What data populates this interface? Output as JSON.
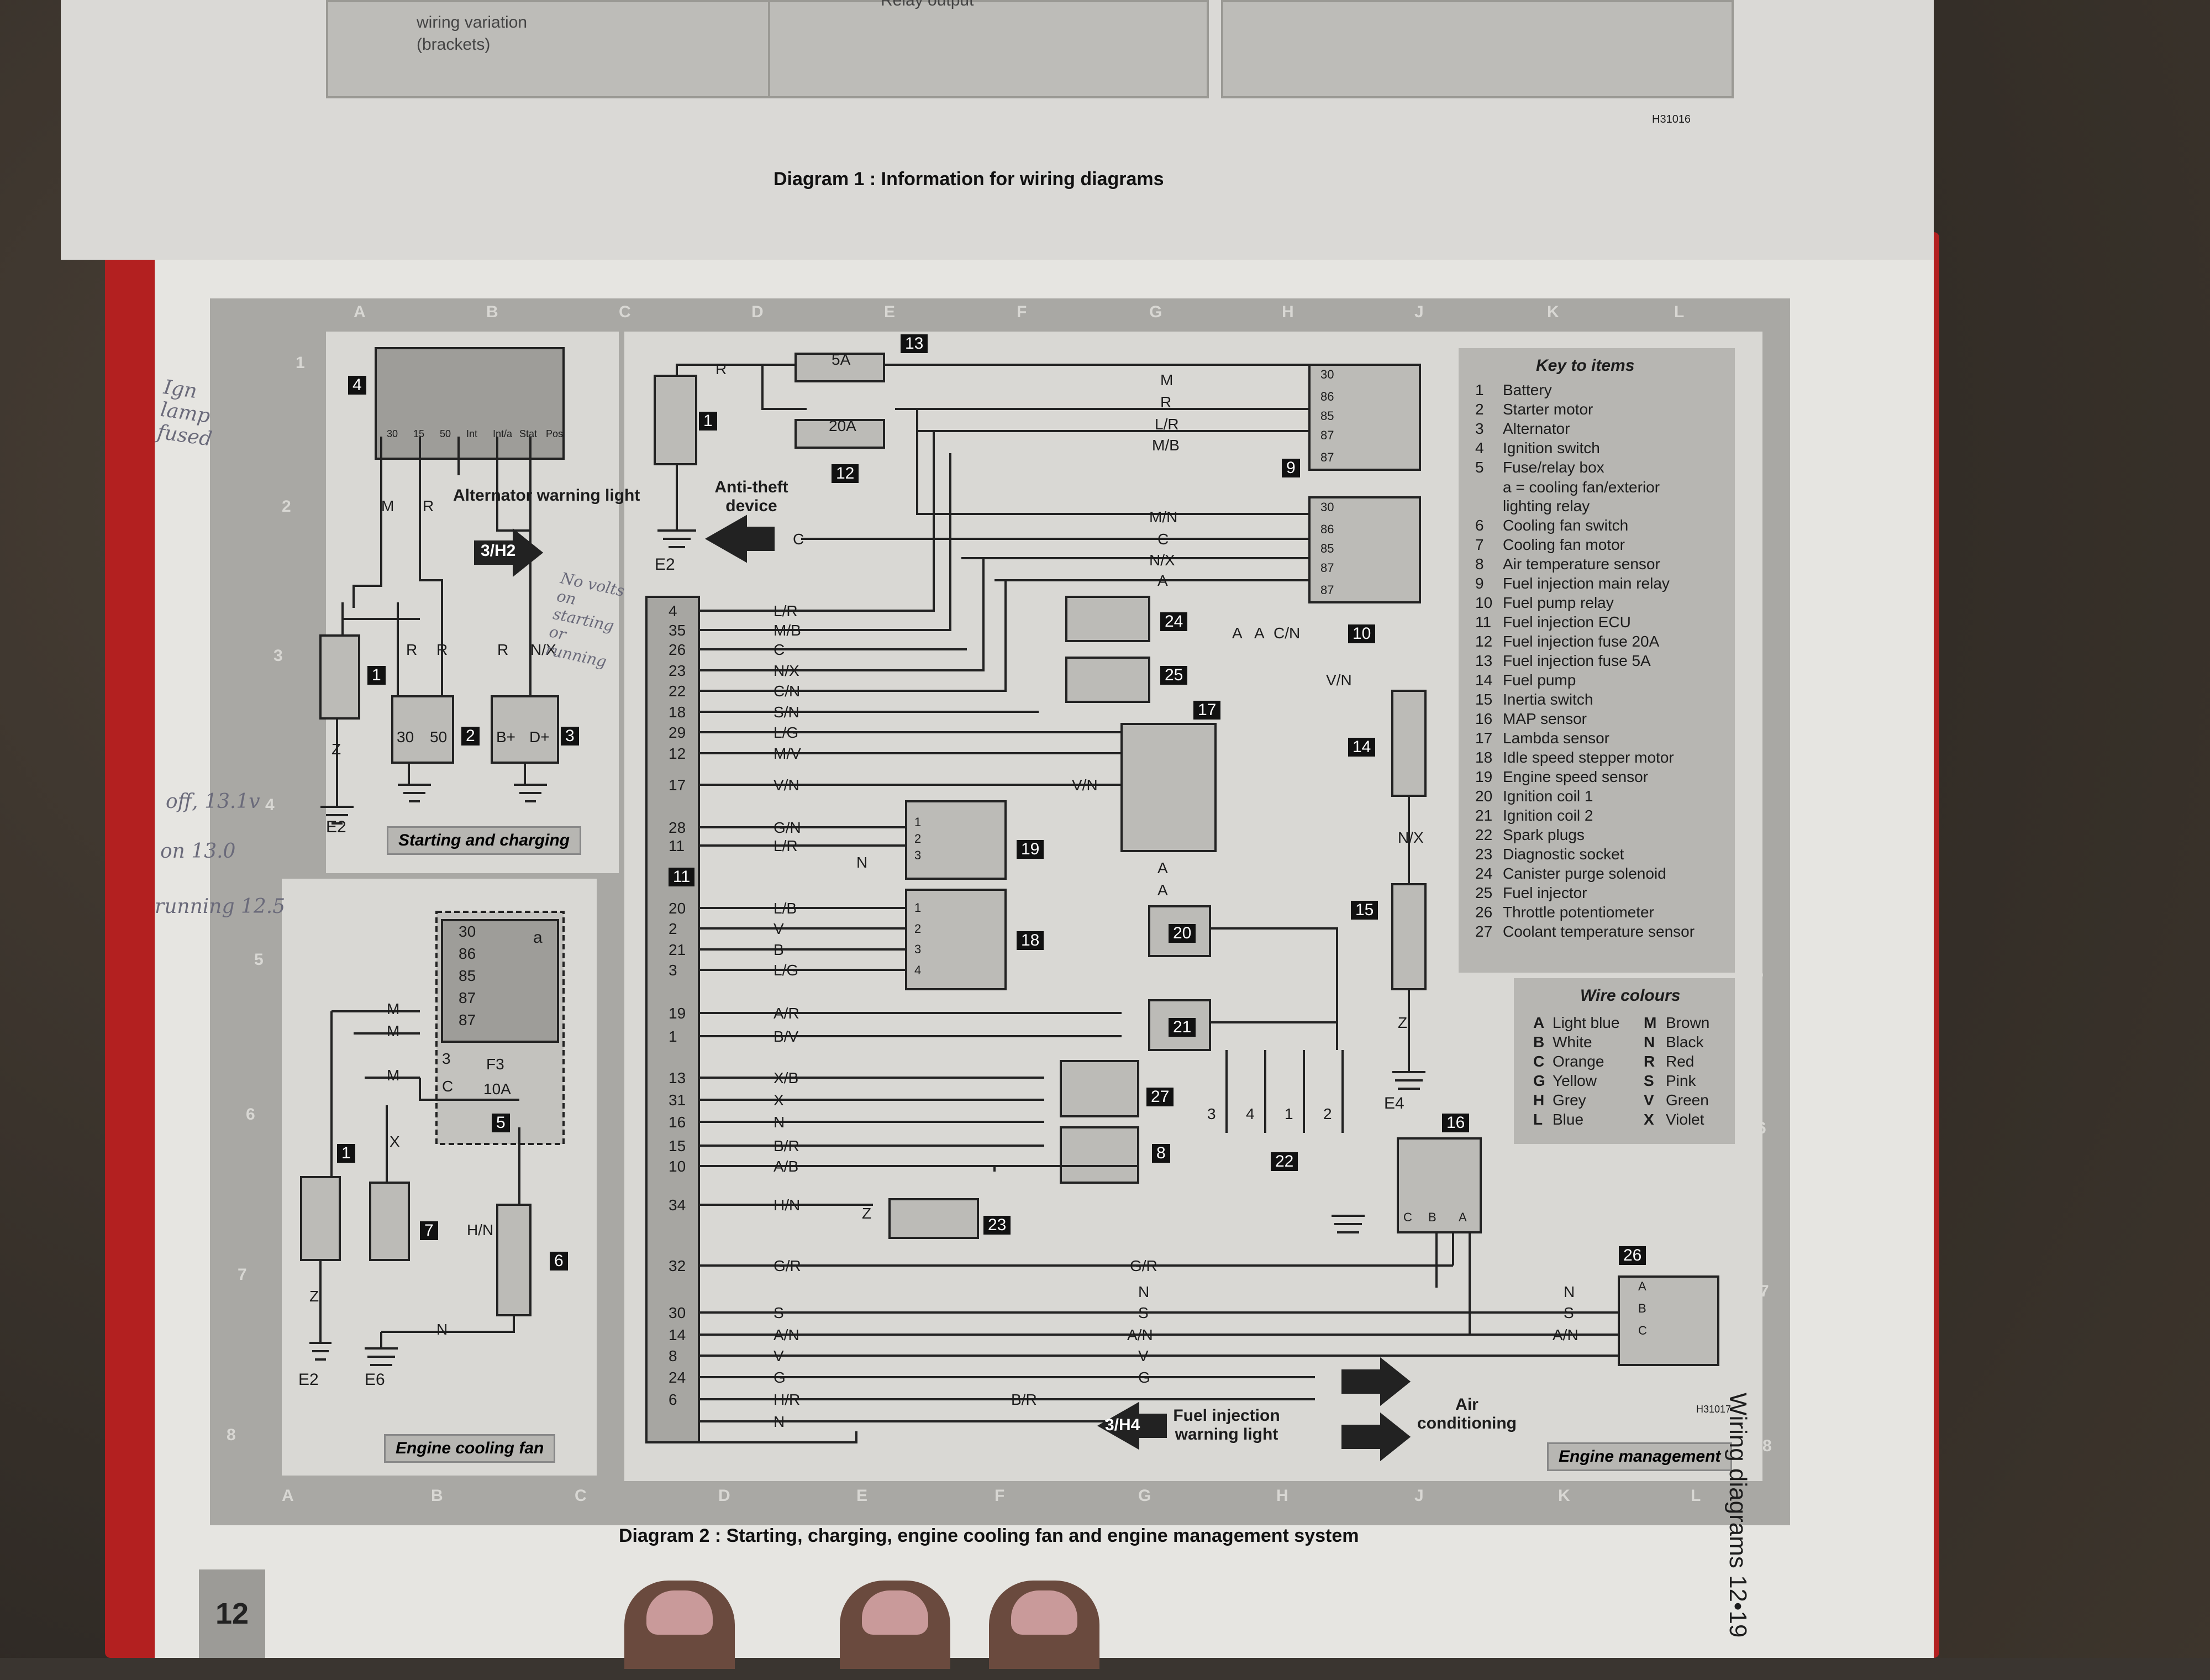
{
  "top_page": {
    "caption": "Diagram 1 : Information for wiring diagrams",
    "fragment_1": "wiring variation",
    "fragment_2": "(brackets)",
    "fragment_3": "Relay output",
    "ref": "H31016"
  },
  "grid": {
    "columns": [
      "A",
      "B",
      "C",
      "D",
      "E",
      "F",
      "G",
      "H",
      "J",
      "K",
      "L"
    ],
    "rows": [
      "1",
      "2",
      "3",
      "4",
      "5",
      "6",
      "7",
      "8"
    ]
  },
  "panels": {
    "starting_charging": {
      "label": "Starting and charging",
      "alternator_warning": "Alternator warning light",
      "arrow_ref": "3/H2",
      "earth": "E2",
      "switch_terminals": [
        "30",
        "15",
        "50",
        "Int",
        "Int/a",
        "Stat",
        "Pos"
      ],
      "wires": [
        "M",
        "R",
        "R",
        "R",
        "R",
        "N/X",
        "Z"
      ],
      "starter_terms": [
        "30",
        "50"
      ],
      "alt_terms": [
        "B+",
        "D+"
      ],
      "items": [
        "4",
        "1",
        "2",
        "3"
      ]
    },
    "cooling_fan": {
      "label": "Engine cooling fan",
      "relay_terms": [
        "30",
        "86",
        "85",
        "87",
        "87"
      ],
      "relay_tag": "a",
      "fuse": "F3",
      "fuse_rating": "10A",
      "fuse_pin": "3",
      "wires": [
        "M",
        "M",
        "M",
        "C",
        "X",
        "H/N",
        "N",
        "Z"
      ],
      "earths": [
        "E2",
        "E6"
      ],
      "items": [
        "5",
        "1",
        "7",
        "6"
      ]
    },
    "engine_management": {
      "label": "Engine management",
      "anti_theft": "Anti-theft device",
      "earth": "E2",
      "earth_e4": "E4",
      "fuse_5a": "5A",
      "fuse_20a": "20A",
      "fi_warning": "Fuel injection warning light",
      "fi_ref": "3/H4",
      "air_con": "Air conditioning",
      "ref": "H31017",
      "ecu_pins": [
        {
          "pin": "4",
          "wire": "L/R"
        },
        {
          "pin": "35",
          "wire": "M/B"
        },
        {
          "pin": "26",
          "wire": "C"
        },
        {
          "pin": "23",
          "wire": "N/X"
        },
        {
          "pin": "22",
          "wire": "C/N"
        },
        {
          "pin": "18",
          "wire": "S/N"
        },
        {
          "pin": "29",
          "wire": "L/G"
        },
        {
          "pin": "12",
          "wire": "M/V"
        },
        {
          "pin": "17",
          "wire": "V/N"
        },
        {
          "pin": "28",
          "wire": "G/N"
        },
        {
          "pin": "11",
          "wire": "L/R"
        },
        {
          "pin": "20",
          "wire": "L/B"
        },
        {
          "pin": "2",
          "wire": "V"
        },
        {
          "pin": "21",
          "wire": "B"
        },
        {
          "pin": "3",
          "wire": "L/G"
        },
        {
          "pin": "19",
          "wire": "A/R"
        },
        {
          "pin": "1",
          "wire": "B/V"
        },
        {
          "pin": "13",
          "wire": "X/B"
        },
        {
          "pin": "31",
          "wire": "X"
        },
        {
          "pin": "16",
          "wire": "N"
        },
        {
          "pin": "15",
          "wire": "B/R"
        },
        {
          "pin": "10",
          "wire": "A/B"
        },
        {
          "pin": "34",
          "wire": "H/N"
        },
        {
          "pin": "32",
          "wire": "G/R"
        },
        {
          "pin": "30",
          "wire": "S"
        },
        {
          "pin": "14",
          "wire": "A/N"
        },
        {
          "pin": "8",
          "wire": "V"
        },
        {
          "pin": "24",
          "wire": "G"
        },
        {
          "pin": "6",
          "wire": "H/R"
        },
        {
          "pin": "",
          "wire": "N"
        }
      ],
      "relay_wires": [
        "M",
        "R",
        "L/R",
        "M/B",
        "M/N",
        "C",
        "N/X",
        "A"
      ],
      "relay_terms": [
        "30",
        "86",
        "85",
        "87",
        "87"
      ],
      "right_wires": [
        "A",
        "A",
        "C/N",
        "V/N",
        "N/X",
        "Z",
        "G/R",
        "N",
        "S",
        "A/N",
        "V",
        "G",
        "B/R",
        "V/N",
        "A",
        "A",
        "N",
        "R",
        "C",
        "Z",
        "N",
        "S",
        "A/N"
      ],
      "coil_pins": [
        "1",
        "2",
        "3",
        "4"
      ],
      "plug_numbers": [
        "3",
        "4",
        "1",
        "2"
      ],
      "tps_pins": [
        "A",
        "B",
        "C"
      ],
      "map_pins": [
        "C",
        "B",
        "A"
      ],
      "item_numbers": [
        "1",
        "13",
        "12",
        "9",
        "10",
        "11",
        "24",
        "25",
        "17",
        "19",
        "18",
        "20",
        "21",
        "22",
        "27",
        "8",
        "23",
        "14",
        "15",
        "16",
        "26"
      ]
    }
  },
  "key": {
    "title": "Key to items",
    "items": [
      {
        "n": "1",
        "t": "Battery"
      },
      {
        "n": "2",
        "t": "Starter motor"
      },
      {
        "n": "3",
        "t": "Alternator"
      },
      {
        "n": "4",
        "t": "Ignition switch"
      },
      {
        "n": "5",
        "t": "Fuse/relay box"
      },
      {
        "n": "",
        "t": "a = cooling fan/exterior lighting relay"
      },
      {
        "n": "6",
        "t": "Cooling fan switch"
      },
      {
        "n": "7",
        "t": "Cooling fan motor"
      },
      {
        "n": "8",
        "t": "Air temperature sensor"
      },
      {
        "n": "9",
        "t": "Fuel injection main relay"
      },
      {
        "n": "10",
        "t": "Fuel pump relay"
      },
      {
        "n": "11",
        "t": "Fuel injection ECU"
      },
      {
        "n": "12",
        "t": "Fuel injection fuse 20A"
      },
      {
        "n": "13",
        "t": "Fuel injection fuse 5A"
      },
      {
        "n": "14",
        "t": "Fuel pump"
      },
      {
        "n": "15",
        "t": "Inertia switch"
      },
      {
        "n": "16",
        "t": "MAP sensor"
      },
      {
        "n": "17",
        "t": "Lambda sensor"
      },
      {
        "n": "18",
        "t": "Idle speed stepper motor"
      },
      {
        "n": "19",
        "t": "Engine speed sensor"
      },
      {
        "n": "20",
        "t": "Ignition coil 1"
      },
      {
        "n": "21",
        "t": "Ignition coil 2"
      },
      {
        "n": "22",
        "t": "Spark plugs"
      },
      {
        "n": "23",
        "t": "Diagnostic socket"
      },
      {
        "n": "24",
        "t": "Canister purge solenoid"
      },
      {
        "n": "25",
        "t": "Fuel injector"
      },
      {
        "n": "26",
        "t": "Throttle potentiometer"
      },
      {
        "n": "27",
        "t": "Coolant temperature sensor"
      }
    ]
  },
  "wire_colours": {
    "title": "Wire colours",
    "left": [
      {
        "c": "A",
        "n": "Light blue"
      },
      {
        "c": "B",
        "n": "White"
      },
      {
        "c": "C",
        "n": "Orange"
      },
      {
        "c": "G",
        "n": "Yellow"
      },
      {
        "c": "H",
        "n": "Grey"
      },
      {
        "c": "L",
        "n": "Blue"
      }
    ],
    "right": [
      {
        "c": "M",
        "n": "Brown"
      },
      {
        "c": "N",
        "n": "Black"
      },
      {
        "c": "R",
        "n": "Red"
      },
      {
        "c": "S",
        "n": "Pink"
      },
      {
        "c": "V",
        "n": "Green"
      },
      {
        "c": "X",
        "n": "Violet"
      }
    ]
  },
  "caption": "Diagram 2 : Starting, charging, engine cooling fan and engine management system",
  "side_title": "Wiring diagrams 12•19",
  "page_tab": "12",
  "handwriting": {
    "note_1": "Ign lamp fused",
    "note_2": "No volts on starting or running",
    "note_3": "off, 13.1v",
    "note_4": "on 13.0",
    "note_5": "running 12.5"
  }
}
